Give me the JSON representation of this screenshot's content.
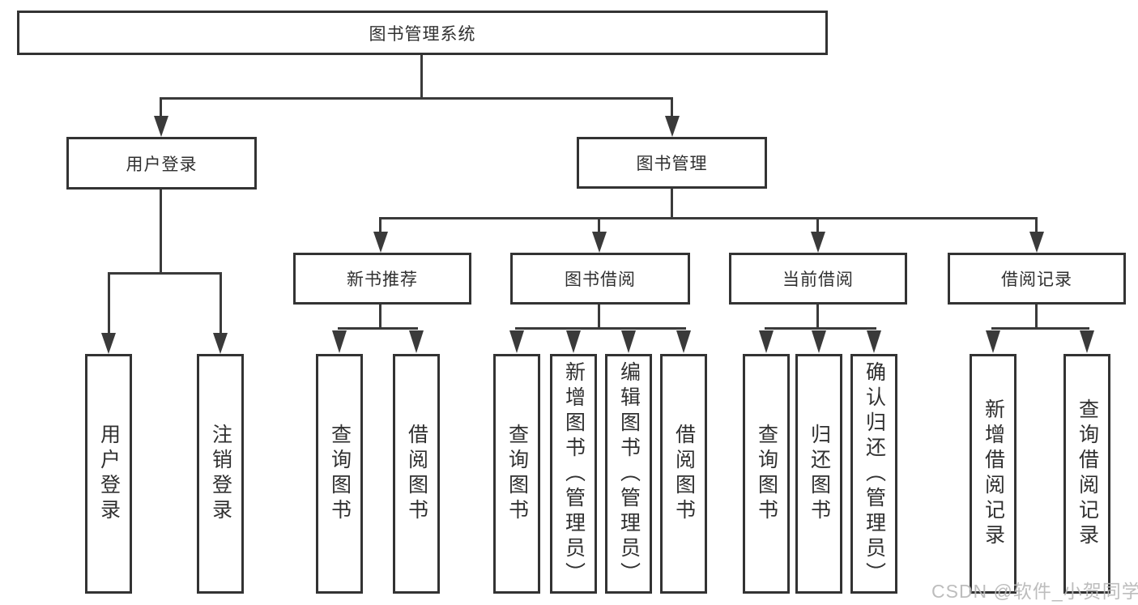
{
  "colors": {
    "line": "#3a3a3a",
    "box_border": "#333333",
    "text": "#303030",
    "watermark": "#b7b7b7",
    "background": "#ffffff"
  },
  "tree": {
    "root": "图书管理系统",
    "branches": [
      {
        "label": "用户登录",
        "children": [
          "用户登录",
          "注销登录"
        ]
      },
      {
        "label": "图书管理",
        "children": [
          {
            "label": "新书推荐",
            "children": [
              "查询图书",
              "借阅图书"
            ]
          },
          {
            "label": "图书借阅",
            "children": [
              "查询图书",
              "新增图书（管理员）",
              "编辑图书（管理员）",
              "借阅图书"
            ]
          },
          {
            "label": "当前借阅",
            "children": [
              "查询图书",
              "归还图书",
              "确认归还（管理员）"
            ]
          },
          {
            "label": "借阅记录",
            "children": [
              "新增借阅记录",
              "查询借阅记录"
            ]
          }
        ]
      }
    ]
  },
  "watermark": {
    "text": "CSDN @软件_小贺同学"
  }
}
